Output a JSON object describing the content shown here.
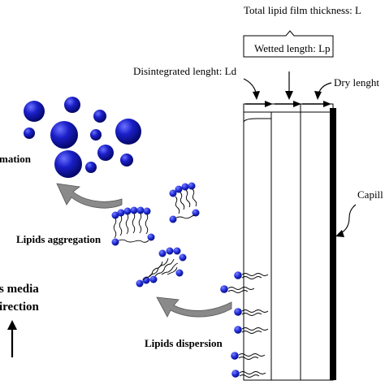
{
  "labels": {
    "total_thickness": "Total lipid film thickness: L",
    "wetted_length": "Wetted length: Lp",
    "disintegrated_length": "Disintegrated lenght: Ld",
    "dry_length": "Dry lenght",
    "capillary": "Capill",
    "formation": "mation",
    "lipids_aggregation": "Lipids aggregation",
    "aqueous_media_line1": "s media",
    "aqueous_media_line2": "irection",
    "lipids_dispersion": "Lipids  dispersion"
  },
  "colors": {
    "vesicle": "#1a1fc8",
    "lipid_head": "#1d2bd6",
    "arrow_fill": "#8a8a8a",
    "capillary_wall": "#000000",
    "line": "#000000"
  }
}
